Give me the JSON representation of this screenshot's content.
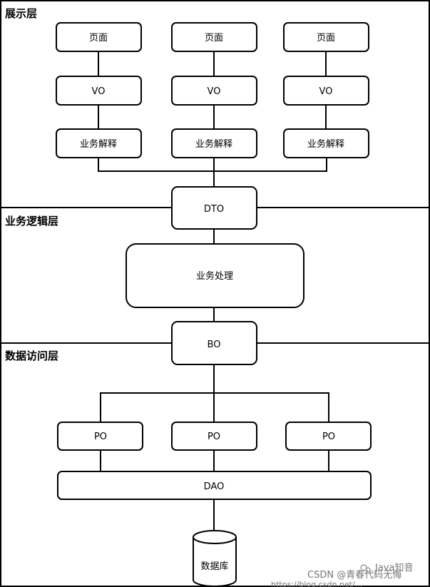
{
  "layers": {
    "presentation": "展示层",
    "business_logic": "业务逻辑层",
    "data_access": "数据访问层"
  },
  "nodes": {
    "page": "页面",
    "vo": "VO",
    "interpret": "业务解释",
    "dto": "DTO",
    "process": "业务处理",
    "bo": "BO",
    "po": "PO",
    "dao": "DAO",
    "database": "数据库"
  },
  "watermark": {
    "wechat": "Java知音",
    "csdn": "CSDN @青春代码无悔",
    "url": "https://blog.csdn.net/..."
  }
}
